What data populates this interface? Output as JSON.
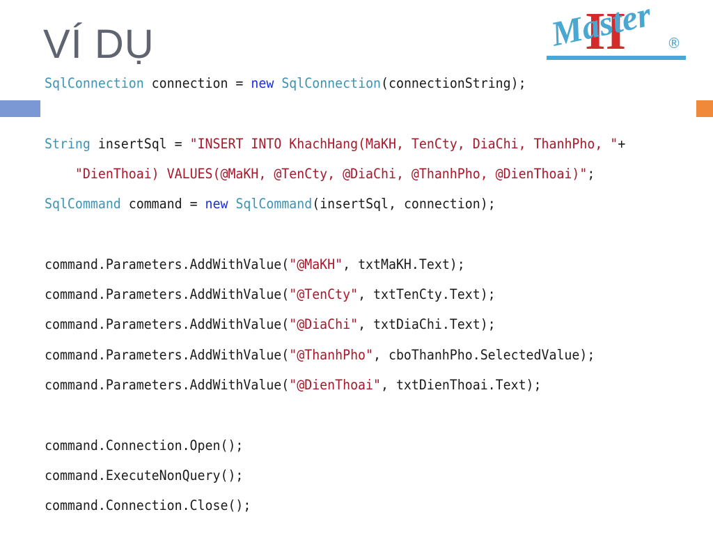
{
  "slide": {
    "title": "VÍ DỤ"
  },
  "logo": {
    "numeral": "II",
    "word": "Master",
    "registered": "®"
  },
  "colors": {
    "title": "#5f6470",
    "left_bar": "#7b97d4",
    "right_bar": "#f08a3a",
    "logo_blue": "#4aa7d1",
    "logo_red": "#d42a2a",
    "code_type": "#3d93b5",
    "code_keyword": "#1a2de0",
    "code_string": "#a8182a"
  },
  "code": {
    "line1": {
      "t1": "SqlConnection",
      "p1": " connection = ",
      "k1": "new",
      "p2": " ",
      "t2": "SqlConnection",
      "p3": "(connectionString);"
    },
    "line3": {
      "t1": "String",
      "p1": " insertSql = ",
      "s1": "\"INSERT INTO KhachHang(MaKH, TenCty, DiaChi, ThanhPho, \"",
      "p2": "+"
    },
    "line4": {
      "indent": "    ",
      "s1": "\"DienThoai) VALUES(@MaKH, @TenCty, @DiaChi, @ThanhPho, @DienThoai)\"",
      "p1": ";"
    },
    "line5": {
      "t1": "SqlCommand",
      "p1": " command = ",
      "k1": "new",
      "p2": " ",
      "t2": "SqlCommand",
      "p3": "(insertSql, connection);"
    },
    "params": [
      {
        "pre": "command.Parameters.AddWithValue(",
        "str": "\"@MaKH\"",
        "post": ", txtMaKH.Text);"
      },
      {
        "pre": "command.Parameters.AddWithValue(",
        "str": "\"@TenCty\"",
        "post": ", txtTenCty.Text);"
      },
      {
        "pre": "command.Parameters.AddWithValue(",
        "str": "\"@DiaChi\"",
        "post": ", txtDiaChi.Text);"
      },
      {
        "pre": "command.Parameters.AddWithValue(",
        "str": "\"@ThanhPho\"",
        "post": ", cboThanhPho.SelectedValue);"
      },
      {
        "pre": "command.Parameters.AddWithValue(",
        "str": "\"@DienThoai\"",
        "post": ", txtDienThoai.Text);"
      }
    ],
    "tail": [
      "command.Connection.Open();",
      "command.ExecuteNonQuery();",
      "command.Connection.Close();"
    ]
  }
}
